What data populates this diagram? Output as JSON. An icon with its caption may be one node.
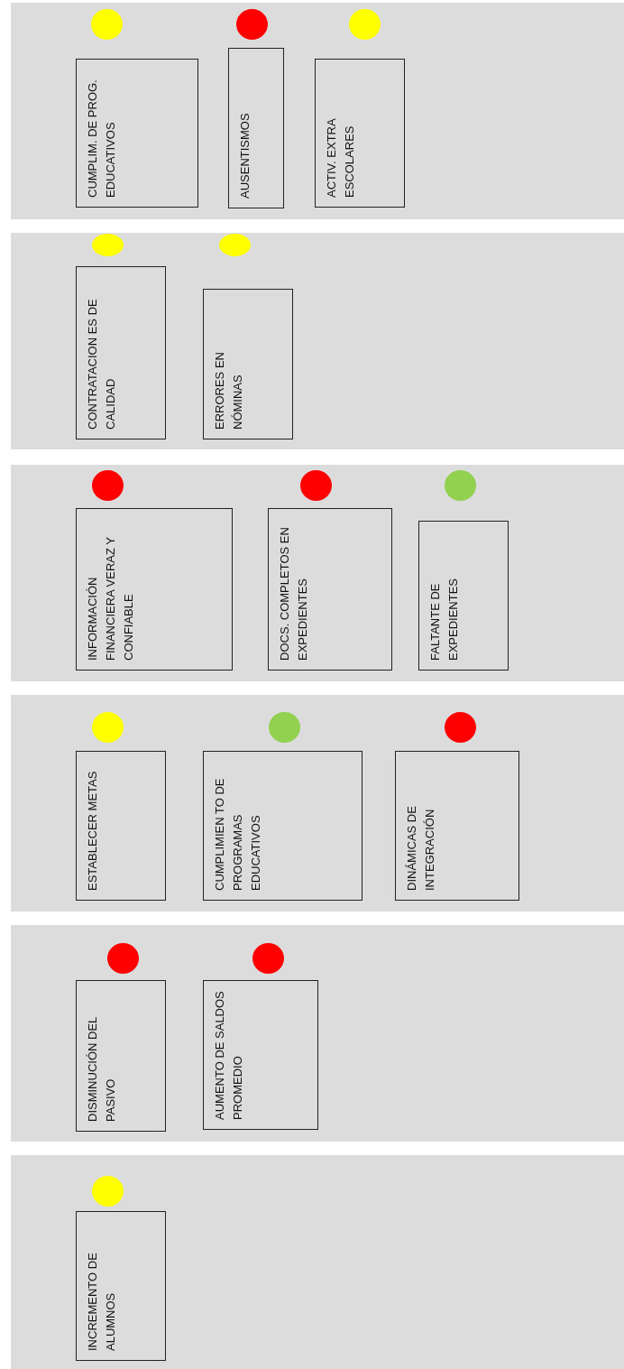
{
  "diagram": {
    "nodes": [
      {
        "text": [],
        "shape": "band"
      },
      {
        "text": [],
        "shape": "circle",
        "in": 0
      },
      {
        "text": [
          "CUMPLIM. DE PROG. EDUCATIVOS"
        ],
        "in": 0
      },
      {
        "text": [],
        "shape": "circle",
        "in": 0
      },
      {
        "text": [
          "AUSENTISMOS"
        ],
        "in": 0
      },
      {
        "text": [],
        "shape": "circle",
        "in": 0
      },
      {
        "text": [
          "ACTIV. EXTRA ESCOLARES"
        ],
        "in": 0
      },
      {
        "text": [],
        "shape": "band"
      },
      {
        "text": [],
        "shape": "circle",
        "in": 7
      },
      {
        "text": [
          "CONTRATACION ES DE CALIDAD"
        ],
        "in": 7
      },
      {
        "text": [],
        "shape": "circle",
        "in": 7
      },
      {
        "text": [
          "ERRORES EN NÓMINAS"
        ],
        "in": 7
      },
      {
        "text": [],
        "shape": "band"
      },
      {
        "text": [],
        "shape": "circle",
        "in": 12
      },
      {
        "text": [
          "INFORMACIÓN FINANCIERA VERAZ Y CONFIABLE"
        ],
        "in": 12
      },
      {
        "text": [],
        "shape": "circle",
        "in": 12
      },
      {
        "text": [
          "DOCS. COMPLETOS EN EXPEDIENTES"
        ],
        "in": 12
      },
      {
        "text": [],
        "shape": "circle",
        "in": 12
      },
      {
        "text": [
          "FALTANTE DE EXPEDIENTES"
        ],
        "in": 12
      },
      {
        "text": [],
        "shape": "band"
      },
      {
        "text": [],
        "shape": "circle",
        "in": 19
      },
      {
        "text": [
          "ESTABLECER METAS"
        ],
        "in": 19
      },
      {
        "text": [],
        "shape": "circle",
        "in": 19
      },
      {
        "text": [
          "CUMPLIMIEN TO DE PROGRAMAS EDUCATIVOS"
        ],
        "in": 19
      },
      {
        "text": [],
        "shape": "circle",
        "in": 19
      },
      {
        "text": [
          "DINÁMICAS DE INTEGRACIÓN"
        ],
        "in": 19
      },
      {
        "text": [],
        "shape": "band"
      },
      {
        "text": [],
        "shape": "circle",
        "in": 26
      },
      {
        "text": [
          "DISMINUCIÓN DEL PASIVO"
        ],
        "in": 26
      },
      {
        "text": [],
        "shape": "circle",
        "in": 26
      },
      {
        "text": [
          "AUMENTO DE SALDOS PROMEDIO"
        ],
        "in": 26
      },
      {
        "text": [],
        "shape": "band"
      },
      {
        "text": [],
        "shape": "circle",
        "in": 31
      },
      {
        "text": [
          "INCREMENTO DE ALUMNOS"
        ],
        "in": 31
      }
    ]
  }
}
